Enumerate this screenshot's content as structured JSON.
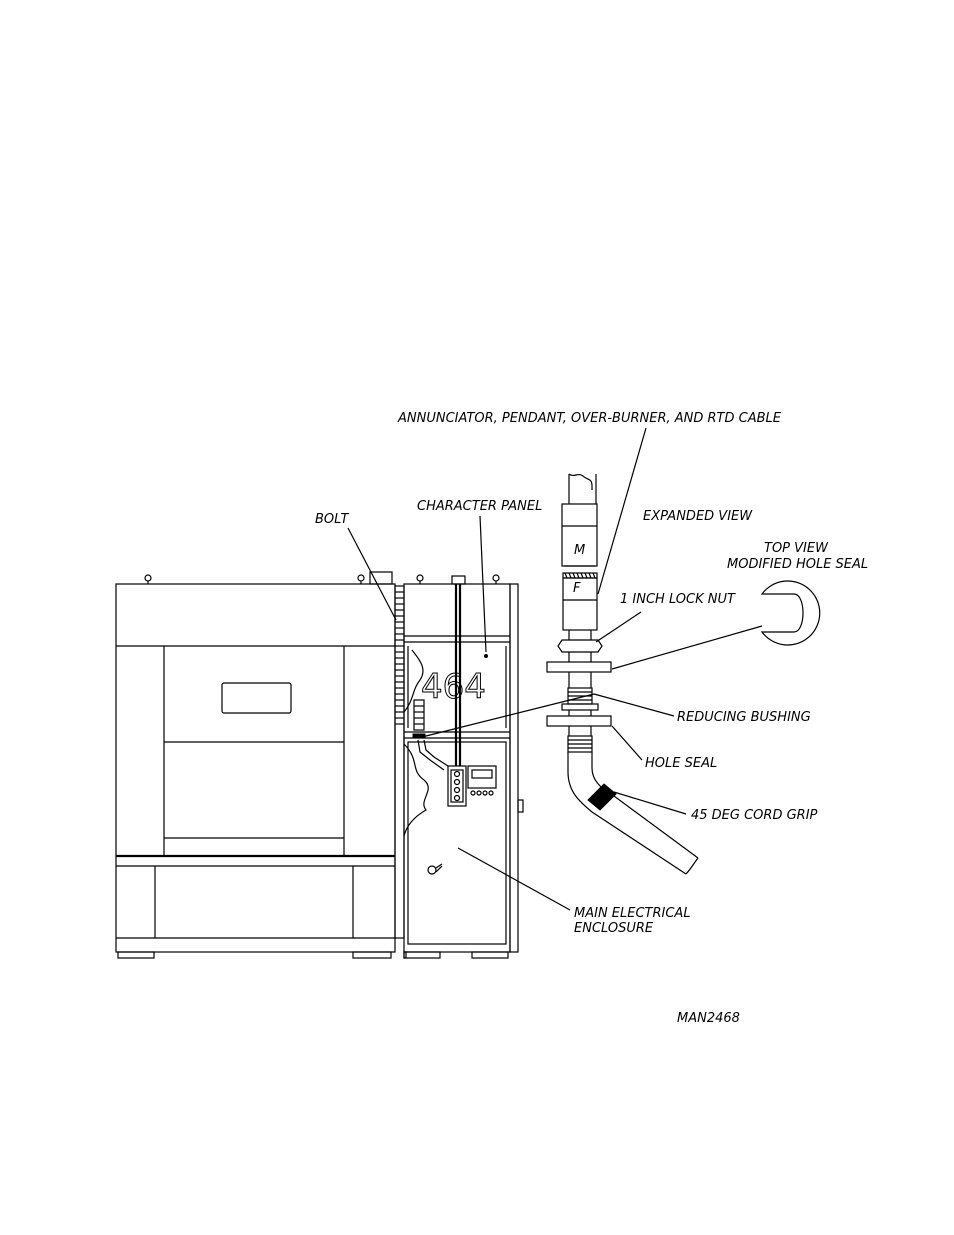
{
  "labels": {
    "cable": "ANNUNCIATOR, PENDANT, OVER-BURNER, AND RTD CABLE",
    "character_panel": "CHARACTER PANEL",
    "bolt": "BOLT",
    "expanded_view": "EXPANDED VIEW",
    "top_view_line1": "TOP VIEW",
    "top_view_line2": "MODIFIED HOLE SEAL",
    "lock_nut": "1 INCH LOCK NUT",
    "reducing_bushing": "REDUCING BUSHING",
    "hole_seal": "HOLE SEAL",
    "cord_grip": "45 DEG CORD GRIP",
    "main_enclosure_line1": "MAIN ELECTRICAL",
    "main_enclosure_line2": "ENCLOSURE",
    "connector_male": "M",
    "connector_female": "F",
    "panel_number": "464",
    "figure_id": "MAN2468"
  }
}
